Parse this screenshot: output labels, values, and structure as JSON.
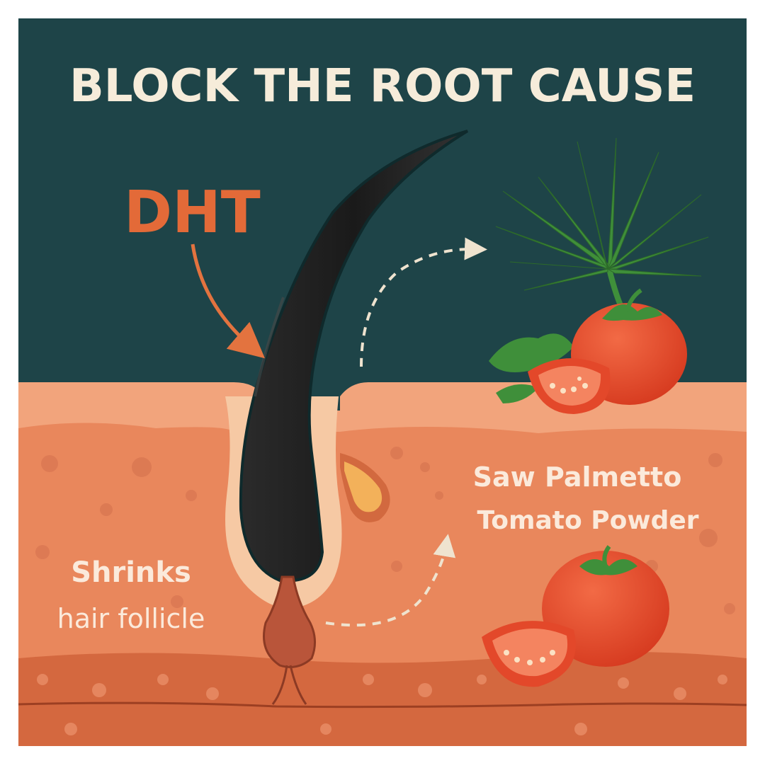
{
  "title": "BLOCK THE ROOT CAUSE",
  "dht_label": "DHT",
  "ingredients": {
    "line1": "Saw Palmetto",
    "line2": "Tomato Powder"
  },
  "effect": {
    "line1": "Shrinks",
    "line2": "hair follicle"
  },
  "colors": {
    "sky": "#1e4448",
    "skin_top": "#f2a47c",
    "skin_mid": "#e9875c",
    "skin_deep": "#d4683f",
    "dht_accent": "#e36a38",
    "hair": "#1e1e1e",
    "tomato": "#e3482a",
    "leaf": "#3f8f3a",
    "text_light": "#f6ecda"
  }
}
